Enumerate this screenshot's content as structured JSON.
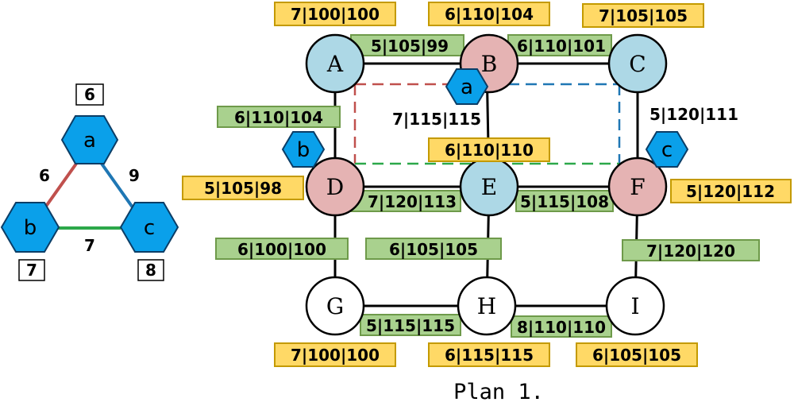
{
  "colors": {
    "node_blue": "#add8e6",
    "node_pink": "#e5b3b3",
    "node_white": "#ffffff",
    "hexagon": "#0aa0ea",
    "node_box_fill": "#ffd966",
    "node_box_stroke": "#c49a00",
    "edge_box_fill": "#a9d18e",
    "edge_box_stroke": "#6e9a4a",
    "line_red": "#c0504d",
    "line_blue": "#1f77b4",
    "line_green": "#2ca84a"
  },
  "caption": "Plan 1.",
  "legend": {
    "hexagons": [
      {
        "id": "a",
        "label": "a",
        "weight": "6"
      },
      {
        "id": "b",
        "label": "b",
        "weight": "7"
      },
      {
        "id": "c",
        "label": "c",
        "weight": "8"
      }
    ],
    "links": [
      {
        "from": "a",
        "to": "b",
        "label": "6",
        "color": "#c0504d"
      },
      {
        "from": "a",
        "to": "c",
        "label": "9",
        "color": "#1f77b4"
      },
      {
        "from": "b",
        "to": "c",
        "label": "7",
        "color": "#2ca84a"
      }
    ]
  },
  "nodes": [
    {
      "id": "A",
      "label": "A",
      "fill": "blue",
      "box": "7|100|100"
    },
    {
      "id": "B",
      "label": "B",
      "fill": "pink",
      "box": "6|110|104"
    },
    {
      "id": "C",
      "label": "C",
      "fill": "blue",
      "box": "7|105|105"
    },
    {
      "id": "D",
      "label": "D",
      "fill": "pink",
      "box": "5|105|98"
    },
    {
      "id": "E",
      "label": "E",
      "fill": "blue",
      "box": "6|110|110"
    },
    {
      "id": "F",
      "label": "F",
      "fill": "pink",
      "box": "5|120|112"
    },
    {
      "id": "G",
      "label": "G",
      "fill": "white",
      "box": "7|100|100"
    },
    {
      "id": "H",
      "label": "H",
      "fill": "white",
      "box": "6|115|115"
    },
    {
      "id": "I",
      "label": "I",
      "fill": "white",
      "box": "6|105|105"
    }
  ],
  "edges": [
    {
      "from": "A",
      "to": "B",
      "label": "5|105|99",
      "boxed": true
    },
    {
      "from": "B",
      "to": "C",
      "label": "6|110|101",
      "boxed": true
    },
    {
      "from": "A",
      "to": "D",
      "label": "6|110|104",
      "boxed": true
    },
    {
      "from": "B",
      "to": "E",
      "label": "7|115|115",
      "boxed": false
    },
    {
      "from": "C",
      "to": "F",
      "label": "5|120|111",
      "boxed": false
    },
    {
      "from": "D",
      "to": "E",
      "label": "7|120|113",
      "boxed": true
    },
    {
      "from": "E",
      "to": "F",
      "label": "5|115|108",
      "boxed": true
    },
    {
      "from": "D",
      "to": "G",
      "label": "6|100|100",
      "boxed": true
    },
    {
      "from": "E",
      "to": "H",
      "label": "6|105|105",
      "boxed": true
    },
    {
      "from": "F",
      "to": "I",
      "label": "7|120|120",
      "boxed": true
    },
    {
      "from": "G",
      "to": "H",
      "label": "5|115|115",
      "boxed": true
    },
    {
      "from": "H",
      "to": "I",
      "label": "8|110|110",
      "boxed": true
    }
  ],
  "placements": [
    {
      "hexagon": "a",
      "node": "B"
    },
    {
      "hexagon": "b",
      "node": "D"
    },
    {
      "hexagon": "c",
      "node": "F"
    }
  ]
}
